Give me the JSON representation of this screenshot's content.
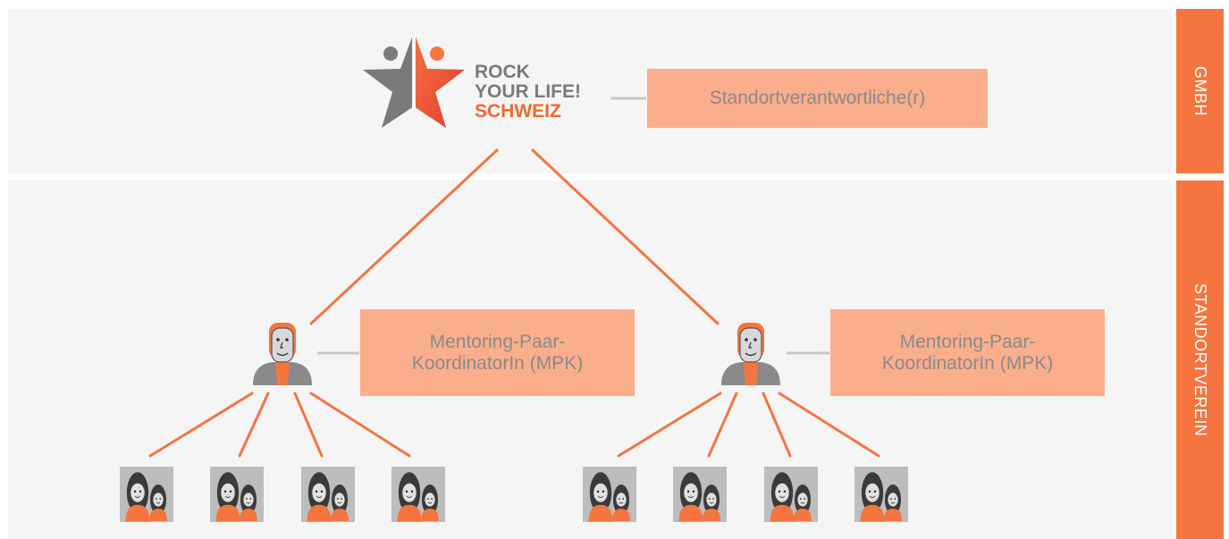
{
  "logo": {
    "line1": "ROCK",
    "line2": "YOUR LIFE!",
    "line3": "SCHWEIZ"
  },
  "roles": {
    "head": "Standortverantwortliche(r)",
    "mpk_left": "Mentoring-Paar-KoordinatorIn (MPK)",
    "mpk_right": "Mentoring-Paar-KoordinatorIn (MPK)"
  },
  "side_tabs": {
    "top": "GMBH",
    "bottom": "STANDORTVEREIN"
  },
  "colors": {
    "accent": "#f47540",
    "box": "#fbae8c",
    "panel": "#f5f5f5",
    "connector": "#c8c8c8",
    "box_text": "#8a8a8a"
  },
  "icons": {
    "coordinator": "person-avatar-icon",
    "pair": "mentoring-pair-icon",
    "logo": "star-logo-icon"
  }
}
